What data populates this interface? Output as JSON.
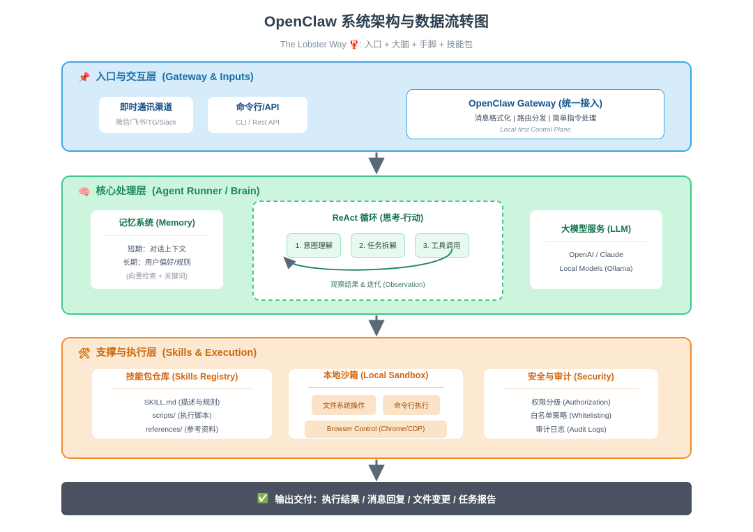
{
  "header": {
    "title": "OpenClaw 系统架构与数据流转图",
    "subtitle": "The Lobster Way 🦞: 入口 + 大脑 + 手脚 + 技能包"
  },
  "colors": {
    "gateway_blue": "#3aa5e8",
    "gateway_bg": "#d6ecfb",
    "brain_green": "#3ec98a",
    "brain_bg": "#cdf5dd",
    "skills_orange": "#f08b26",
    "skills_bg": "#fde9d2",
    "footer_bg": "#4a5261",
    "arrow_gray": "#5b6878"
  },
  "layers": {
    "gateway": {
      "icon": "📌",
      "title_cn": "入口与交互层",
      "title_en": "(Gateway & Inputs)",
      "cards": {
        "im": {
          "head_cn": "即时通讯渠道",
          "sub": "微信/飞书/TG/Slack"
        },
        "cli": {
          "head_cn": "命令行/API",
          "sub": "CLI / Rest API"
        },
        "gateway": {
          "title": "OpenClaw Gateway (统一接入)",
          "line2": "消息格式化 | 路由分发 | 简单指令处理",
          "line3": "Local-first Control Plane"
        }
      }
    },
    "brain": {
      "icon": "🧠",
      "title_cn": "核心处理层",
      "title_en": "(Agent Runner / Brain)",
      "memory": {
        "head_cn": "记忆系统",
        "head_en": "(Memory)",
        "lines": [
          "短期：对话上下文",
          "长期：用户偏好/规则"
        ],
        "note": "(向量检索 + 关键词)"
      },
      "react": {
        "title_en": "ReAct",
        "title_cn": "循环 (思考-行动)",
        "steps": [
          "1. 意图理解",
          "2. 任务拆解",
          "3. 工具调用"
        ],
        "observation": "观察结果 & 迭代 (Observation)"
      },
      "llm": {
        "head_cn": "大模型服务",
        "head_en": "(LLM)",
        "lines": [
          "OpenAI / Claude",
          "Local Models (Ollama)"
        ]
      }
    },
    "skills": {
      "icon": "🛠",
      "title_cn": "支撑与执行层",
      "title_en": "(Skills & Execution)",
      "registry": {
        "head_cn": "技能包仓库",
        "head_en": "(Skills Registry)",
        "lines": [
          "SKILL.md (描述与规则)",
          "scripts/ (执行脚本)",
          "references/ (参考资料)"
        ]
      },
      "sandbox": {
        "head_cn": "本地沙箱",
        "head_en": "(Local Sandbox)",
        "chips": [
          "文件系统操作",
          "命令行执行"
        ],
        "chip_wide": "Browser Control (Chrome/CDP)"
      },
      "security": {
        "head_cn": "安全与审计",
        "head_en": "(Security)",
        "lines": [
          "权限分级 (Authorization)",
          "白名单策略 (Whitelisting)",
          "审计日志 (Audit Logs)"
        ]
      }
    }
  },
  "footer": {
    "icon": "✅",
    "text": "输出交付：执行结果 / 消息回复 / 文件变更 / 任务报告"
  }
}
